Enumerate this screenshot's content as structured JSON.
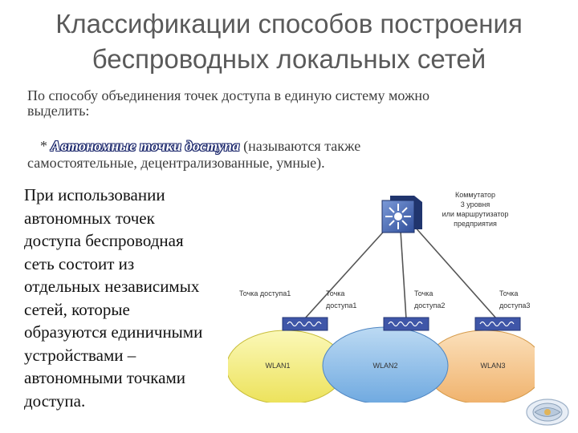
{
  "slide": {
    "title_line1": "Классификации способов построения",
    "title_line2": "беспроводных локальных сетей",
    "intro_line1": "По способу объединения точек доступа в единую систему можно",
    "intro_line2": "выделить:",
    "bullet_marker": "*",
    "bullet_term": "Автономные точки доступа",
    "bullet_rest_line1": "(называются также",
    "bullet_rest_line2": "самостоятельные, децентрализованные, умные).",
    "body_lines": [
      "При использовании",
      "автономных точек",
      "доступа беспроводная",
      "сеть состоит из",
      "отдельных независимых",
      "сетей, которые",
      "образуются единичными",
      "устройствами –",
      "автономными точками",
      "доступа."
    ]
  },
  "diagram": {
    "switch_label_lines": [
      "Коммутатор",
      "3 уровня",
      "или маршрутизатор",
      "предприятия"
    ],
    "ap_labels": {
      "ap_left_outer": "Точка доступа1",
      "ap1_line1": "Точка",
      "ap1_line2": "доступа1",
      "ap2_line1": "Точка",
      "ap2_line2": "доступа2",
      "ap3_line1": "Точка",
      "ap3_line2": "доступа3"
    },
    "wlan_labels": [
      "WLAN1",
      "WLAN2",
      "WLAN3"
    ],
    "colors": {
      "wlan1": "#f5ef7a",
      "wlan2": "#8ec0ea",
      "wlan3": "#f6c68a",
      "switch": "#4a6cb8",
      "ap": "#3f56a8",
      "line": "#555555"
    }
  }
}
